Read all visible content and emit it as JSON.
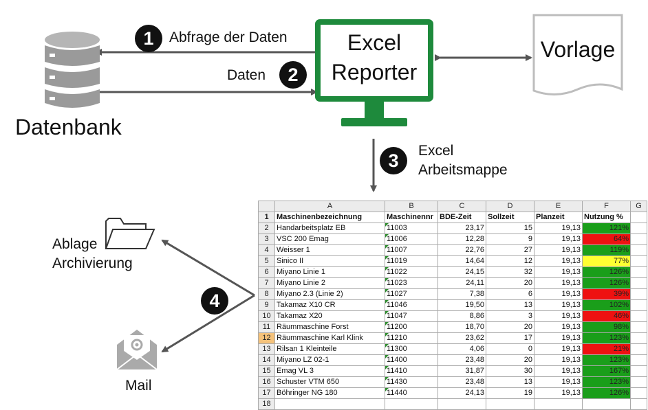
{
  "database": {
    "label": "Datenbank"
  },
  "reporter": {
    "line1": "Excel",
    "line2": "Reporter"
  },
  "template": {
    "label": "Vorlage"
  },
  "steps": {
    "s1": {
      "number": "1",
      "label": "Abfrage der Daten"
    },
    "s2": {
      "number": "2",
      "label": "Daten"
    },
    "s3": {
      "number": "3",
      "line1": "Excel",
      "line2": "Arbeitsmappe"
    },
    "s4": {
      "number": "4"
    }
  },
  "archive": {
    "line1": "Ablage",
    "line2": "Archivierung"
  },
  "mail": {
    "label": "Mail"
  },
  "colors": {
    "green": "#1a9e1a",
    "red": "#ee1111",
    "yellow": "#ffff33",
    "reporter": "#1e8a3c"
  },
  "sheet": {
    "columns": [
      "A",
      "B",
      "C",
      "D",
      "E",
      "F",
      "G"
    ],
    "headers": [
      "Maschinenbezeichnung",
      "Maschinennr",
      "BDE-Zeit",
      "Sollzeit",
      "Planzeit",
      "Nutzung %"
    ],
    "selected_row": 12,
    "rows": [
      {
        "n": "2",
        "name": "Handarbeitsplatz EB",
        "nr": "11003",
        "bde": "23,17",
        "soll": "15",
        "plan": "19,13",
        "nutz": "121%",
        "color": "green"
      },
      {
        "n": "3",
        "name": "VSC 200 Emag",
        "nr": "11006",
        "bde": "12,28",
        "soll": "9",
        "plan": "19,13",
        "nutz": "64%",
        "color": "red"
      },
      {
        "n": "4",
        "name": "Weisser 1",
        "nr": "11007",
        "bde": "22,76",
        "soll": "27",
        "plan": "19,13",
        "nutz": "119%",
        "color": "green"
      },
      {
        "n": "5",
        "name": "Sinico II",
        "nr": "11019",
        "bde": "14,64",
        "soll": "12",
        "plan": "19,13",
        "nutz": "77%",
        "color": "yellow"
      },
      {
        "n": "6",
        "name": "Miyano Linie 1",
        "nr": "11022",
        "bde": "24,15",
        "soll": "32",
        "plan": "19,13",
        "nutz": "126%",
        "color": "green"
      },
      {
        "n": "7",
        "name": "Miyano Linie 2",
        "nr": "11023",
        "bde": "24,11",
        "soll": "20",
        "plan": "19,13",
        "nutz": "126%",
        "color": "green"
      },
      {
        "n": "8",
        "name": "Miyano 2.3 (Linie 2)",
        "nr": "11027",
        "bde": "7,38",
        "soll": "6",
        "plan": "19,13",
        "nutz": "39%",
        "color": "red"
      },
      {
        "n": "9",
        "name": "Takamaz X10 CR",
        "nr": "11046",
        "bde": "19,50",
        "soll": "13",
        "plan": "19,13",
        "nutz": "102%",
        "color": "green"
      },
      {
        "n": "10",
        "name": "Takamaz X20",
        "nr": "11047",
        "bde": "8,86",
        "soll": "3",
        "plan": "19,13",
        "nutz": "46%",
        "color": "red"
      },
      {
        "n": "11",
        "name": "Räummaschine Forst",
        "nr": "11200",
        "bde": "18,70",
        "soll": "20",
        "plan": "19,13",
        "nutz": "98%",
        "color": "green"
      },
      {
        "n": "12",
        "name": "Räummaschine Karl Klink",
        "nr": "11210",
        "bde": "23,62",
        "soll": "17",
        "plan": "19,13",
        "nutz": "123%",
        "color": "green"
      },
      {
        "n": "13",
        "name": "Rilsan 1 Kleinteile",
        "nr": "11300",
        "bde": "4,06",
        "soll": "0",
        "plan": "19,13",
        "nutz": "21%",
        "color": "red"
      },
      {
        "n": "14",
        "name": "Miyano LZ 02-1",
        "nr": "11400",
        "bde": "23,48",
        "soll": "20",
        "plan": "19,13",
        "nutz": "123%",
        "color": "green"
      },
      {
        "n": "15",
        "name": "Emag VL 3",
        "nr": "11410",
        "bde": "31,87",
        "soll": "30",
        "plan": "19,13",
        "nutz": "167%",
        "color": "green"
      },
      {
        "n": "16",
        "name": "Schuster VTM 650",
        "nr": "11430",
        "bde": "23,48",
        "soll": "13",
        "plan": "19,13",
        "nutz": "123%",
        "color": "green"
      },
      {
        "n": "17",
        "name": "Böhringer NG 180",
        "nr": "11440",
        "bde": "24,13",
        "soll": "19",
        "plan": "19,13",
        "nutz": "126%",
        "color": "green"
      }
    ],
    "last_row": "18"
  }
}
